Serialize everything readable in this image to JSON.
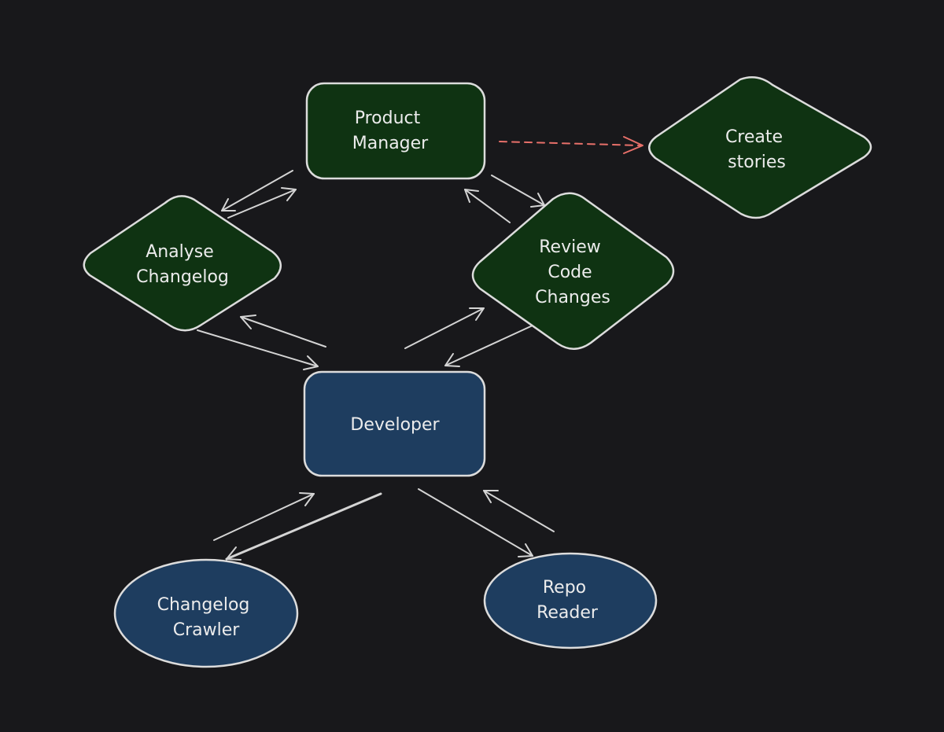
{
  "colors": {
    "background": "#18181b",
    "agent_fill": "#0f3312",
    "tool_fill": "#1e3d5f",
    "edge": "#d4d4d4",
    "dashed_edge": "#e8706a"
  },
  "nodes": {
    "product_manager": {
      "shape": "rounded-rectangle",
      "fill": "green",
      "lines": [
        "Product",
        "Manager"
      ]
    },
    "create_stories": {
      "shape": "diamond",
      "fill": "green",
      "lines": [
        "Create",
        "stories"
      ]
    },
    "analyse_changelog": {
      "shape": "diamond",
      "fill": "green",
      "lines": [
        "Analyse",
        "Changelog"
      ]
    },
    "review_code_changes": {
      "shape": "diamond",
      "fill": "green",
      "lines": [
        "Review",
        "Code",
        "Changes"
      ]
    },
    "developer": {
      "shape": "rounded-rectangle",
      "fill": "blue",
      "lines": [
        "Developer"
      ]
    },
    "changelog_crawler": {
      "shape": "ellipse",
      "fill": "blue",
      "lines": [
        "Changelog",
        "Crawler"
      ]
    },
    "repo_reader": {
      "shape": "ellipse",
      "fill": "blue",
      "lines": [
        "Repo",
        "Reader"
      ]
    }
  },
  "edges": [
    {
      "from": "product_manager",
      "to": "create_stories",
      "style": "dashed"
    },
    {
      "from": "product_manager",
      "to": "analyse_changelog",
      "style": "solid"
    },
    {
      "from": "analyse_changelog",
      "to": "product_manager",
      "style": "solid"
    },
    {
      "from": "product_manager",
      "to": "review_code_changes",
      "style": "solid"
    },
    {
      "from": "review_code_changes",
      "to": "product_manager",
      "style": "solid"
    },
    {
      "from": "analyse_changelog",
      "to": "developer",
      "style": "solid"
    },
    {
      "from": "developer",
      "to": "analyse_changelog",
      "style": "solid"
    },
    {
      "from": "developer",
      "to": "review_code_changes",
      "style": "solid"
    },
    {
      "from": "review_code_changes",
      "to": "developer",
      "style": "solid"
    },
    {
      "from": "changelog_crawler",
      "to": "developer",
      "style": "solid"
    },
    {
      "from": "developer",
      "to": "changelog_crawler",
      "style": "solid"
    },
    {
      "from": "developer",
      "to": "repo_reader",
      "style": "solid"
    },
    {
      "from": "repo_reader",
      "to": "developer",
      "style": "solid"
    }
  ]
}
